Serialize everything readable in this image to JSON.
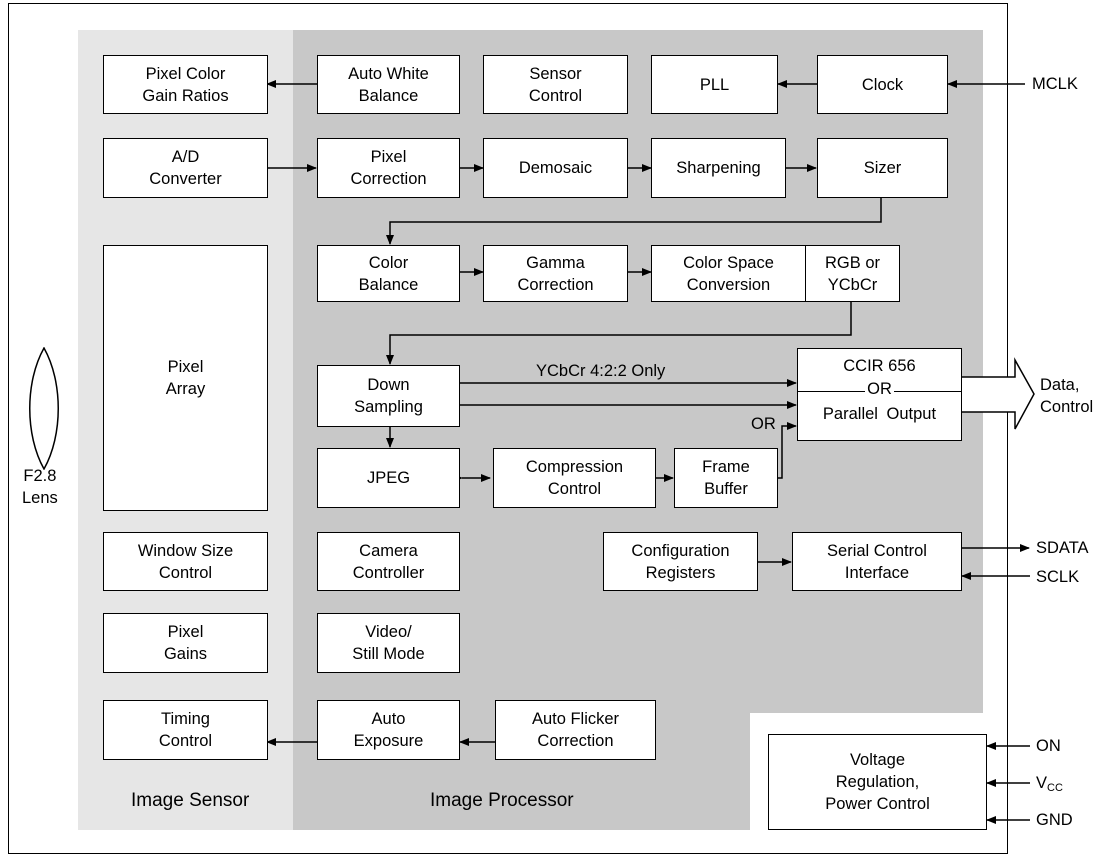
{
  "regions": {
    "image_sensor": "Image Sensor",
    "image_processor": "Image Processor"
  },
  "blocks": {
    "pixel_color_gain_ratios": "Pixel Color\nGain Ratios",
    "auto_white_balance": "Auto White\nBalance",
    "sensor_control": "Sensor\nControl",
    "pll": "PLL",
    "clock": "Clock",
    "ad_converter": "A/D\nConverter",
    "pixel_correction": "Pixel\nCorrection",
    "demosaic": "Demosaic",
    "sharpening": "Sharpening",
    "sizer": "Sizer",
    "pixel_array": "Pixel\nArray",
    "color_balance": "Color\nBalance",
    "gamma_correction": "Gamma\nCorrection",
    "color_space_conversion": "Color Space\nConversion",
    "rgb_or_ycbcr": "RGB or\nYCbCr",
    "down_sampling": "Down\nSampling",
    "jpeg": "JPEG",
    "compression_control": "Compression\nControl",
    "frame_buffer": "Frame\nBuffer",
    "window_size_control": "Window Size\nControl",
    "camera_controller": "Camera\nController",
    "configuration_registers": "Configuration\nRegisters",
    "serial_control_interface": "Serial Control\nInterface",
    "pixel_gains": "Pixel\nGains",
    "video_still_mode": "Video/\nStill Mode",
    "timing_control": "Timing\nControl",
    "auto_exposure": "Auto\nExposure",
    "auto_flicker_correction": "Auto Flicker\nCorrection",
    "voltage_regulation": "Voltage\nRegulation,\nPower Control"
  },
  "output_block": {
    "line1": "CCIR 656",
    "or": "OR",
    "line2": "Parallel Output"
  },
  "labels": {
    "ycbcr_only": "YCbCr 4:2:2 Only",
    "or": "OR",
    "data_control": "Data,\nControl",
    "lens": "F2.8\nLens"
  },
  "signals": {
    "mclk": "MCLK",
    "sdata": "SDATA",
    "sclk": "SCLK",
    "on": "ON",
    "vcc_main": "V",
    "vcc_sub": "CC",
    "gnd": "GND"
  }
}
